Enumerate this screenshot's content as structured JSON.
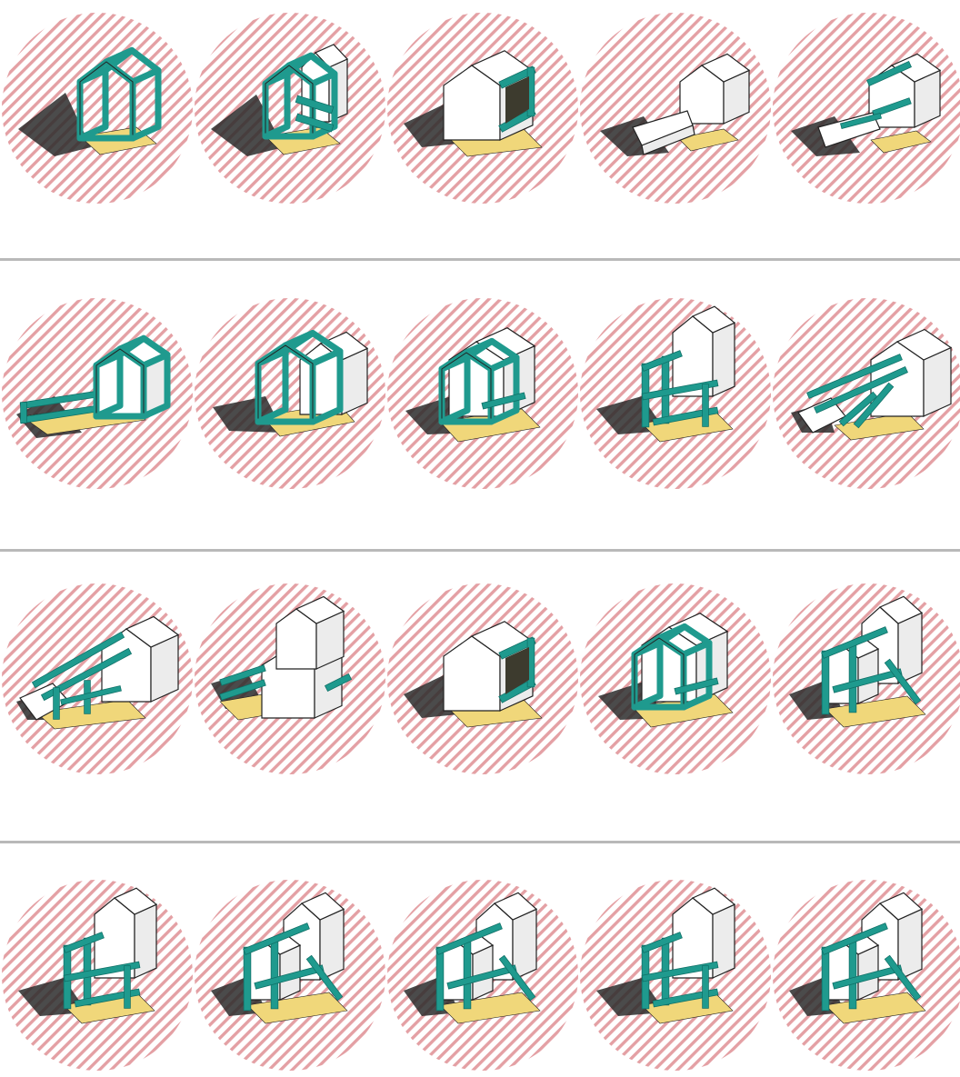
{
  "diagram": {
    "rows": 4,
    "columns": 5,
    "colors": {
      "hatch": "#e4a0a4",
      "hatch_bg": "#ffffff",
      "divider": "#b9b9b9",
      "frame": "#1f9a8e",
      "frame_dark": "#0f6f66",
      "wall": "#ffffff",
      "wall_side": "#ececec",
      "outline": "#222222",
      "shadow": "#2b2b2b",
      "floor": "#f0d77a"
    },
    "models": [
      {
        "icon": "house-frame-icon",
        "variant": "frame-gable"
      },
      {
        "icon": "house-frame-icon",
        "variant": "frame-gable-insert"
      },
      {
        "icon": "house-mass-icon",
        "variant": "mass-open-side"
      },
      {
        "icon": "house-mass-icon",
        "variant": "mass-tunnel"
      },
      {
        "icon": "house-mass-icon",
        "variant": "mass-tunnel-frame"
      },
      {
        "icon": "house-frame-icon",
        "variant": "mass-with-deck"
      },
      {
        "icon": "house-frame-icon",
        "variant": "frame-gable-long"
      },
      {
        "icon": "house-frame-icon",
        "variant": "mass-frame-box"
      },
      {
        "icon": "house-tower-icon",
        "variant": "tower-frame"
      },
      {
        "icon": "house-frame-icon",
        "variant": "frame-diagonal"
      },
      {
        "icon": "house-frame-icon",
        "variant": "frame-diagonal-2"
      },
      {
        "icon": "house-mass-icon",
        "variant": "mass-double"
      },
      {
        "icon": "house-mass-icon",
        "variant": "mass-open-side"
      },
      {
        "icon": "house-frame-icon",
        "variant": "mass-frame-box"
      },
      {
        "icon": "house-tower-icon",
        "variant": "cluster-frame"
      },
      {
        "icon": "house-tower-icon",
        "variant": "tower-frame"
      },
      {
        "icon": "house-tower-icon",
        "variant": "cluster-frame"
      },
      {
        "icon": "house-tower-icon",
        "variant": "cluster-frame"
      },
      {
        "icon": "house-tower-icon",
        "variant": "tower-frame"
      },
      {
        "icon": "house-tower-icon",
        "variant": "cluster-frame"
      }
    ]
  }
}
